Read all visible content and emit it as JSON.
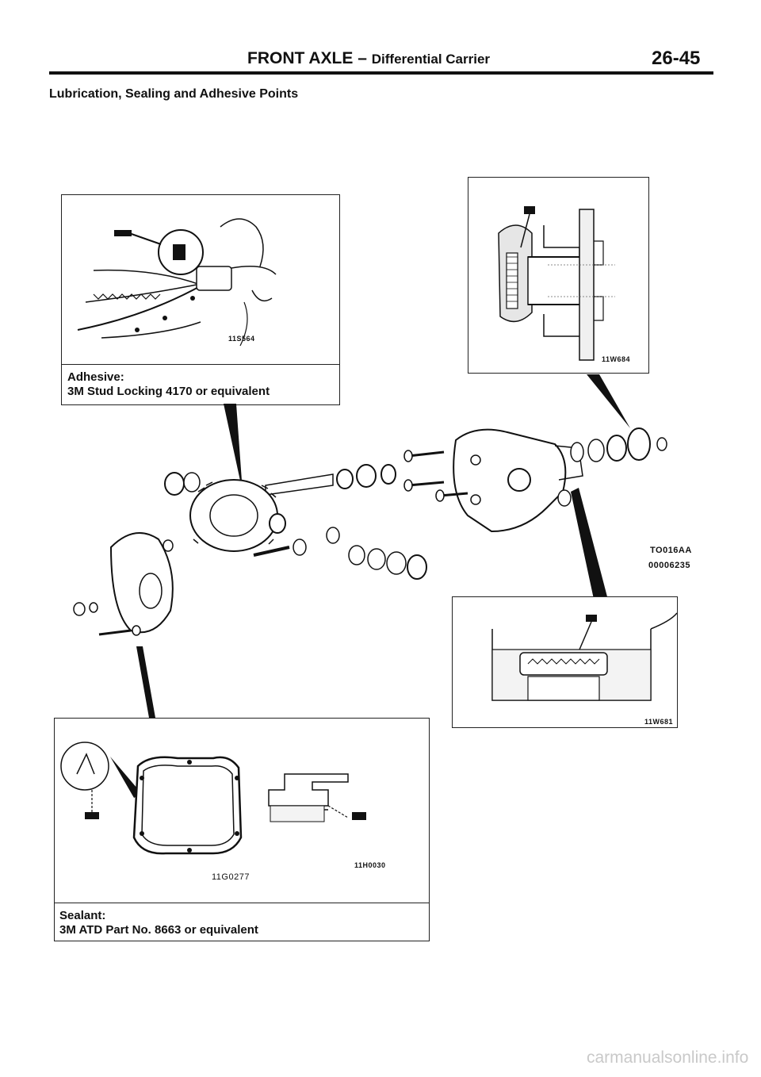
{
  "header": {
    "title": "FRONT AXLE",
    "dash": "–",
    "subtitle": "Differential Carrier",
    "page_number": "26-45"
  },
  "section_title": "Lubrication, Sealing and Adhesive Points",
  "adhesive_box": {
    "figure_code": "11S564",
    "label": "Adhesive:",
    "text": "3M Stud Locking 4170 or equivalent"
  },
  "oil_seal_box": {
    "figure_code": "11W684"
  },
  "main_figure": {
    "code_line1": "TO016AA",
    "code_line2": "00006235"
  },
  "seal_box": {
    "figure_code": "11W681"
  },
  "sealant_box": {
    "figure_code_left": "11G0277",
    "figure_code_right": "11H0030",
    "label": "Sealant:",
    "text": "3M ATD Part No. 8663 or equivalent"
  },
  "footer": {
    "watermark": "carmanualsonline.info"
  }
}
